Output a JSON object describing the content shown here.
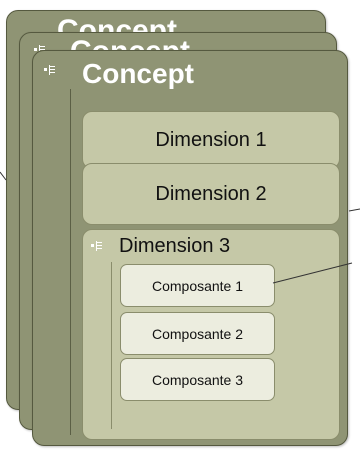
{
  "diagram": {
    "back_cards": [
      {
        "title": "Concept"
      },
      {
        "title": "Concept"
      }
    ],
    "front_card": {
      "title": "Concept",
      "dimensions": [
        {
          "label": "Dimension 1"
        },
        {
          "label": "Dimension 2"
        },
        {
          "label": "Dimension 3",
          "components": [
            {
              "label": "Composante 1"
            },
            {
              "label": "Composante 2"
            },
            {
              "label": "Composante 3"
            }
          ]
        }
      ]
    },
    "colors": {
      "card_fill": "#8f9474",
      "dimension_fill": "#c5c8a7",
      "component_fill": "#eceddf",
      "title_text": "#ffffff"
    },
    "icons": {
      "outline_toggle": "outline-list-icon"
    }
  }
}
